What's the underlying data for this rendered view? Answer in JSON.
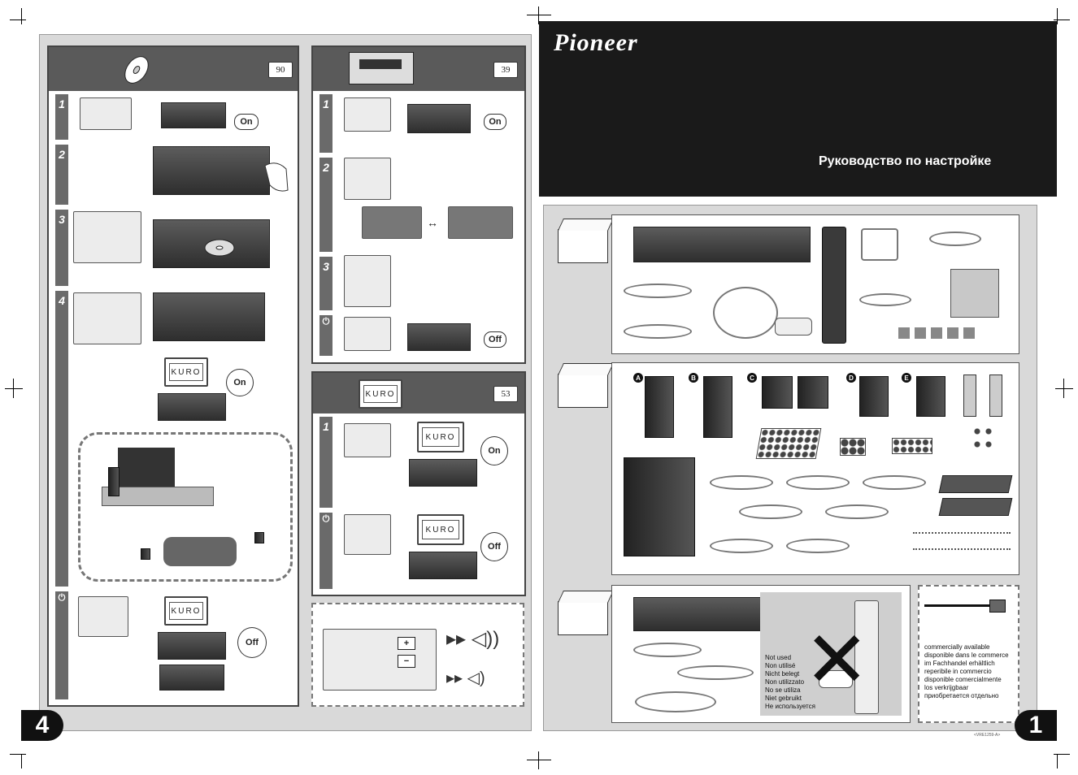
{
  "page_numbers": {
    "left": "4",
    "right": "1"
  },
  "brand": {
    "logo_text": "Pioneer",
    "title": "Руководство по настройке"
  },
  "sections": {
    "disc": {
      "ref": "90",
      "steps": [
        "1",
        "2",
        "3",
        "4"
      ],
      "on_label": "On",
      "off_label": "Off",
      "tv_label": "KURO"
    },
    "receiver": {
      "ref": "39",
      "steps": [
        "1",
        "2",
        "3"
      ],
      "on_label": "On",
      "off_label": "Off"
    },
    "tv": {
      "ref": "53",
      "steps": [
        "1"
      ],
      "on_label": "On",
      "off_label": "Off",
      "tv_label": "KURO"
    }
  },
  "volume_panel": {
    "plus": "+",
    "minus": "−"
  },
  "contents_box3": {
    "not_used_list": [
      "Not used",
      "Non utilisé",
      "Nicht belegt",
      "Non utilizzato",
      "No se utiliza",
      "Niet gebruikt",
      "Не используется"
    ]
  },
  "commercially_available": {
    "lines": [
      "commercially available",
      "disponible dans le commerce",
      "im Fachhandel erhältlich",
      "reperibile in commercio",
      "disponible comercialmente",
      "los verkrijgbaar",
      "приобретается отдельно"
    ]
  },
  "speaker_letters": [
    "A",
    "B",
    "C",
    "D",
    "E"
  ],
  "doc_code": "<VRE1259-A>",
  "colors": {
    "header_bg": "#1a1a1a",
    "strip": "#6a6a6a",
    "panel_bg": "#d9d9d9"
  }
}
